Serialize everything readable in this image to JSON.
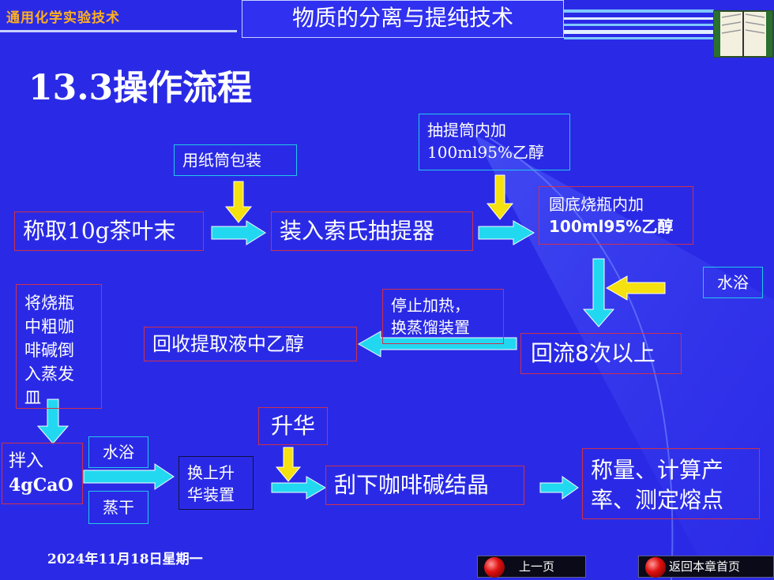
{
  "header": {
    "brand": "通用化学实验技术",
    "title": "物质的分离与提纯技术"
  },
  "page_title": "13.3操作流程",
  "flow": {
    "weigh": "称取10g茶叶末",
    "wrap": "用纸筒包装",
    "load": "装入索氏抽提器",
    "add_ethanol_line1": "抽提筒内加",
    "add_ethanol_line2": "100ml95%乙醇",
    "flask_line1": "圆底烧瓶内加",
    "flask_line2": "100ml95%乙醇",
    "water_bath_1": "水浴",
    "reflux": "回流8次以上",
    "stop_line1": "停止加热，",
    "stop_line2": "换蒸馏装置",
    "recover": "回收提取液中乙醇",
    "pour_1": "将烧瓶",
    "pour_2": "中粗咖",
    "pour_3": "啡碱倒",
    "pour_4": "入蒸发",
    "pour_5": "皿",
    "stir_1": "拌入",
    "stir_2": "4gCaO",
    "water_bath_2": "水浴",
    "dry": "蒸干",
    "swap_1": "换上升",
    "swap_2": "华装置",
    "sublime": "升华",
    "scrape": "刮下咖啡碱结晶",
    "final_1": "称量、计算产",
    "final_2": "率、测定熔点"
  },
  "footer": {
    "date": "2024年11月18日星期一",
    "prev": "上一页",
    "home": "返回本章首页"
  },
  "colors": {
    "background": "#2a2ae6",
    "arrow_cyan": "#22d8f0",
    "arrow_yellow": "#f5e010",
    "box_red": "#d0304a",
    "brand": "#ffb020"
  }
}
